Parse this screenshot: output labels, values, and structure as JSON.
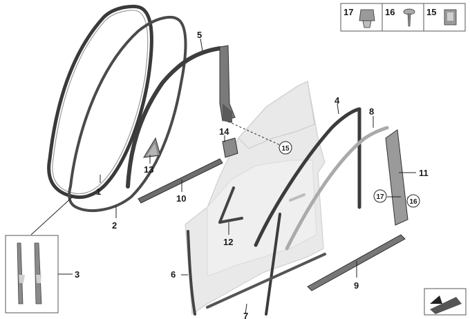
{
  "callouts": {
    "c1": "1",
    "c2": "2",
    "c3": "3",
    "c4": "4",
    "c5": "5",
    "c6": "6",
    "c7": "7",
    "c8": "8",
    "c9": "9",
    "c10": "10",
    "c11": "11",
    "c12": "12",
    "c13": "13",
    "c14": "14",
    "c15_circled_top": "15",
    "c17_circled": "17",
    "c16_circled": "16"
  },
  "fastener_panel": {
    "item_17": "17",
    "item_16": "16",
    "item_15": "15"
  },
  "colors": {
    "seal_dark": "#3c3c3c",
    "seal_mid": "#8a8a8a",
    "door_fill": "#e8e8e8",
    "door_edge": "#c9c9c9",
    "leader": "#222222"
  }
}
